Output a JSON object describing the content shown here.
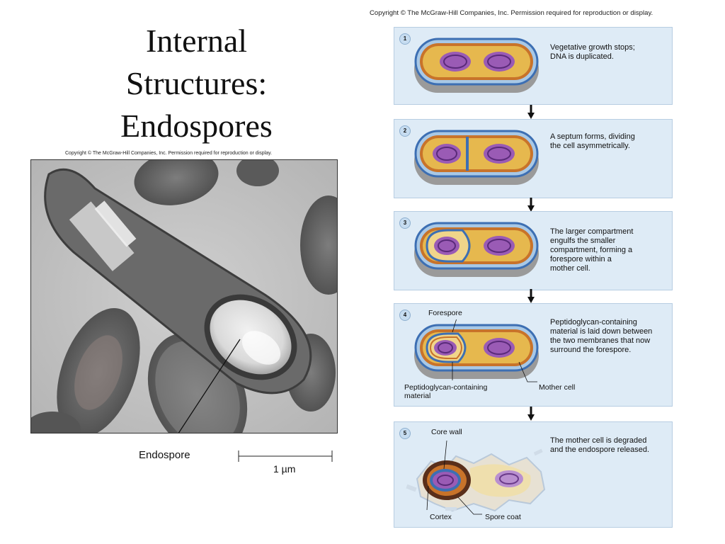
{
  "title": {
    "line1": "Internal",
    "line2": "Structures:",
    "line3": "Endospores"
  },
  "micrograph": {
    "copyright": "Copyright © The McGraw-Hill Companies, Inc. Permission required for reproduction or display.",
    "endospore_label": "Endospore",
    "scale_bar_label": "1 µm"
  },
  "diagram": {
    "copyright": "Copyright © The McGraw-Hill Companies, Inc. Permission required for reproduction or display.",
    "steps": [
      {
        "number": "1",
        "text_lines": [
          "Vegetative growth stops;",
          "DNA is duplicated."
        ]
      },
      {
        "number": "2",
        "text_lines": [
          "A septum forms, dividing",
          "the cell asymmetrically."
        ]
      },
      {
        "number": "3",
        "text_lines": [
          "The larger compartment",
          "engulfs the smaller",
          "compartment, forming a",
          "forespore within a",
          "mother cell."
        ]
      },
      {
        "number": "4",
        "text_lines": [
          "Peptidoglycan-containing",
          "material is laid down between",
          "the two membranes that now",
          "surround the forespore."
        ],
        "callouts": {
          "forespore": "Forespore",
          "peptidoglycan_line1": "Peptidoglycan-containing",
          "peptidoglycan_line2": "material",
          "mother_cell": "Mother cell"
        }
      },
      {
        "number": "5",
        "text_lines": [
          "The mother cell is degraded",
          "and the endospore released."
        ],
        "callouts": {
          "core_wall": "Core wall",
          "cortex": "Cortex",
          "spore_coat": "Spore coat"
        }
      }
    ]
  },
  "colors": {
    "panel_bg": "#deebf6",
    "cell_gold": "#e6b84e",
    "membrane_blue": "#3d6fb3",
    "dna_purple": "#7a3d9a",
    "wall_orange": "#c8732a"
  }
}
